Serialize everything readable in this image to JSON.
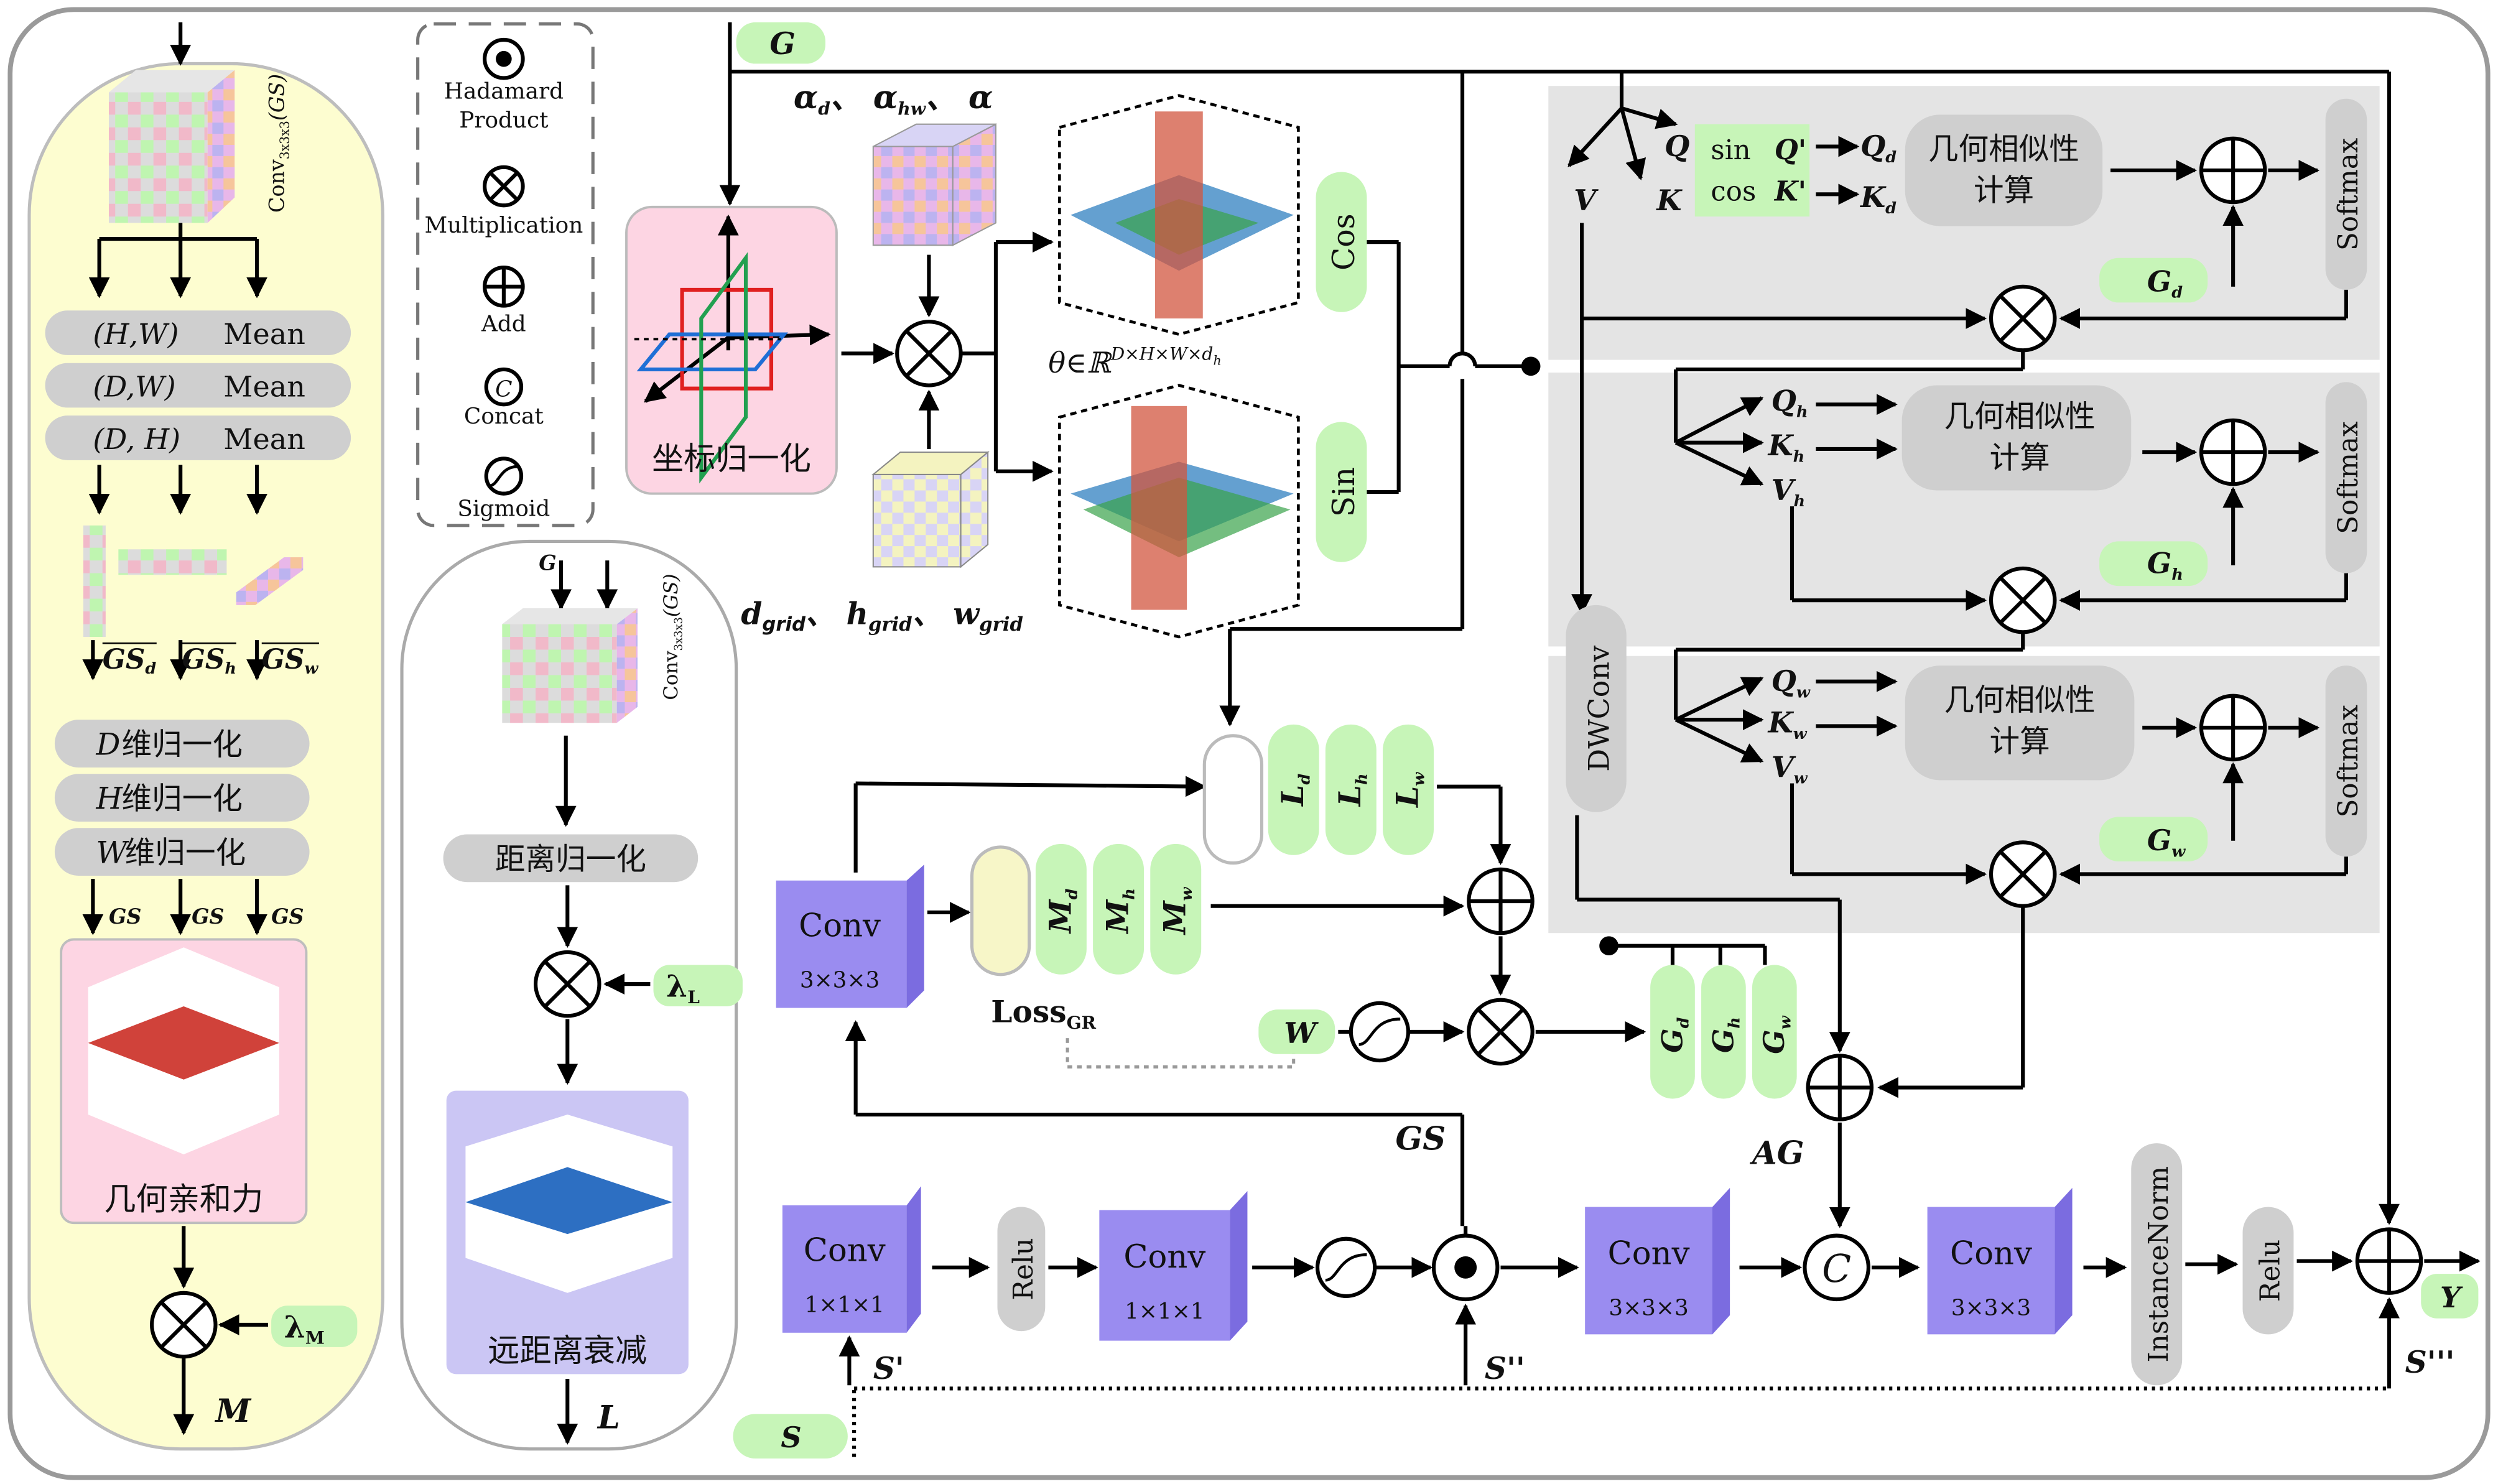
{
  "legend": {
    "items": [
      {
        "icon": "hadamard-product-icon",
        "label": [
          "Hadamard",
          "Product"
        ]
      },
      {
        "icon": "multiplication-icon",
        "label": [
          "Multiplication"
        ]
      },
      {
        "icon": "add-icon",
        "label": [
          "Add"
        ]
      },
      {
        "icon": "concat-icon",
        "label": [
          "Concat"
        ]
      },
      {
        "icon": "sigmoid-icon",
        "label": [
          "Sigmoid"
        ]
      }
    ]
  },
  "left_panel": {
    "conv_label": "Conv",
    "conv_sub": "3x3x3",
    "conv_arg": "(GS)",
    "mean_rows": [
      {
        "dims": "(H,W)",
        "op": "Mean"
      },
      {
        "dims": "(D,W)",
        "op": "Mean"
      },
      {
        "dims": "(D, H)",
        "op": "Mean"
      }
    ],
    "gs_labels": [
      "GS",
      "GS",
      "GS"
    ],
    "gs_subs": [
      "d",
      "h",
      "w"
    ],
    "norm_rows": [
      {
        "axis": "D",
        "text": "维归一化"
      },
      {
        "axis": "H",
        "text": "维归一化"
      },
      {
        "axis": "W",
        "text": "维归一化"
      }
    ],
    "affinity_label": "几何亲和力",
    "lambda": "λ",
    "lambda_sub": "M",
    "output": "M"
  },
  "mid_panel": {
    "input": "G",
    "conv_label": "Conv",
    "conv_sub": "3x3x3",
    "conv_arg": "(GS)",
    "dist_norm": "距离归一化",
    "lambda": "λ",
    "lambda_sub": "L",
    "decay_label": "远距离衰减",
    "output": "L"
  },
  "coord": {
    "input": "G",
    "norm_label": "坐标归一化",
    "alpha_text": "α",
    "alpha_subs": [
      "d",
      "hw",
      ""
    ],
    "grid_labels": [
      "d",
      "h",
      "w"
    ],
    "grid_sub": "grid",
    "theta": "θ∈ℝ",
    "theta_sup": "D×H×W×d",
    "theta_sup_sub": "h",
    "cos": "Cos",
    "sin": "Sin"
  },
  "attention": {
    "branch_d": {
      "q": "Q",
      "k": "K",
      "v": "V",
      "sin": "sin",
      "cos": "cos",
      "qp": "Q'",
      "kp": "K'",
      "qd": "Q",
      "kd": "K",
      "sub": "d",
      "sim_label": [
        "几何相似性",
        "计算"
      ],
      "g": "G",
      "g_sub": "d",
      "softmax": "Softmax"
    },
    "branch_h": {
      "q": "Q",
      "k": "K",
      "v": "V",
      "sub": "h",
      "sim_label": [
        "几何相似性",
        "计算"
      ],
      "g": "G",
      "g_sub": "h",
      "softmax": "Softmax"
    },
    "branch_w": {
      "q": "Q",
      "k": "K",
      "v": "V",
      "sub": "w",
      "sim_label": [
        "几何相似性",
        "计算"
      ],
      "g": "G",
      "g_sub": "w",
      "softmax": "Softmax"
    },
    "dwconv": "DWConv"
  },
  "gating": {
    "conv_label": "Conv",
    "conv_sub": "3×3×3",
    "l_pills": [
      {
        "t": "L",
        "s": "d"
      },
      {
        "t": "L",
        "s": "h"
      },
      {
        "t": "L",
        "s": "w"
      }
    ],
    "m_pills": [
      {
        "t": "M",
        "s": "d"
      },
      {
        "t": "M",
        "s": "h"
      },
      {
        "t": "M",
        "s": "w"
      }
    ],
    "g_pills": [
      {
        "t": "G",
        "s": "d"
      },
      {
        "t": "G",
        "s": "h"
      },
      {
        "t": "G",
        "s": "w"
      }
    ],
    "loss": "Loss",
    "loss_sub": "GR",
    "w": "W",
    "gs": "GS",
    "ag": "AG"
  },
  "bottom": {
    "blocks": [
      {
        "label": "Conv",
        "sub": "1×1×1"
      },
      {
        "label": "Relu"
      },
      {
        "label": "Conv",
        "sub": "1×1×1"
      },
      {
        "label": "Conv",
        "sub": "3×3×3"
      },
      {
        "label": "Conv",
        "sub": "3×3×3"
      },
      {
        "label": "InstanceNorm"
      },
      {
        "label": "Relu"
      }
    ],
    "s": "S",
    "s1": "S'",
    "s2": "S''",
    "s3": "S'''",
    "y": "Y"
  },
  "colors": {
    "conv_purple": "#9a8cf0",
    "pill_green": "#c7f5b8",
    "left_panel_yellow": "#fdfdd0",
    "pink_box": "#fdd5e3",
    "attention_bg": "#e4e4e4",
    "decay_box": "#cbc6f4"
  }
}
